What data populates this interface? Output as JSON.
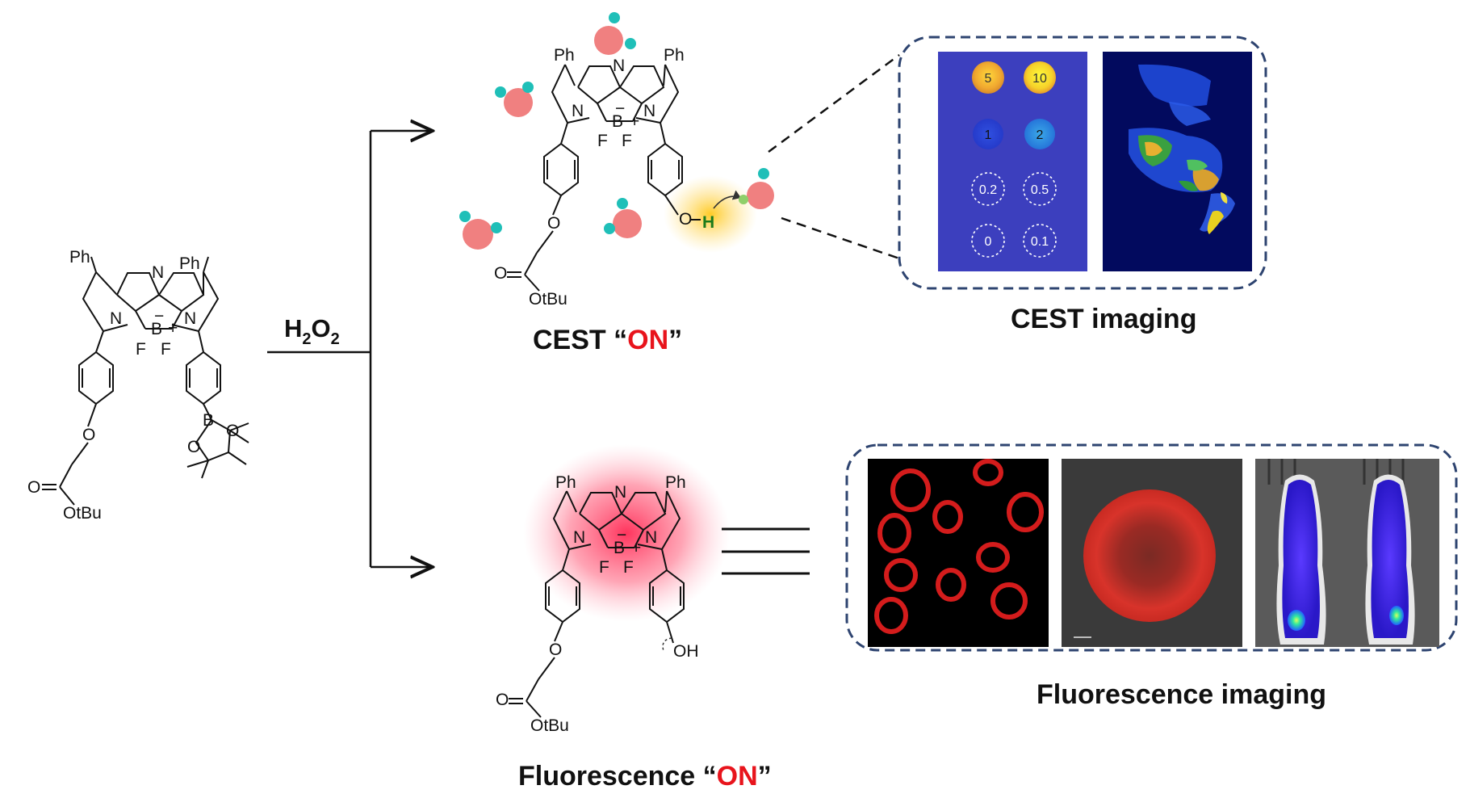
{
  "reagent": {
    "main": "H",
    "sub1": "2",
    "mid": "O",
    "sub2": "2"
  },
  "labels": {
    "cest_on_prefix": "CEST “",
    "cest_on_word": "ON",
    "cest_on_suffix": "”",
    "fluor_on_prefix": "Fluorescence “",
    "fluor_on_word": "ON",
    "fluor_on_suffix": "”",
    "cest_imaging": "CEST imaging",
    "fluor_imaging": "Fluorescence imaging"
  },
  "molecule": {
    "ph": "Ph",
    "n": "N",
    "b": "B",
    "f": "F",
    "o": "O",
    "h": "H",
    "oh": "OH",
    "otbu": "OtBu",
    "minus": "−",
    "plus": "+"
  },
  "phantom_labels": [
    "5",
    "10",
    "1",
    "2",
    "0.2",
    "0.5",
    "0",
    "0.1"
  ],
  "colors": {
    "on_red": "#e8141c",
    "frame_dash": "#2e4470",
    "water_o": "#f08080",
    "water_h": "#1fbfb8",
    "phantom_bg": "#3c3fbe",
    "cell_red": "#d41c1c"
  }
}
